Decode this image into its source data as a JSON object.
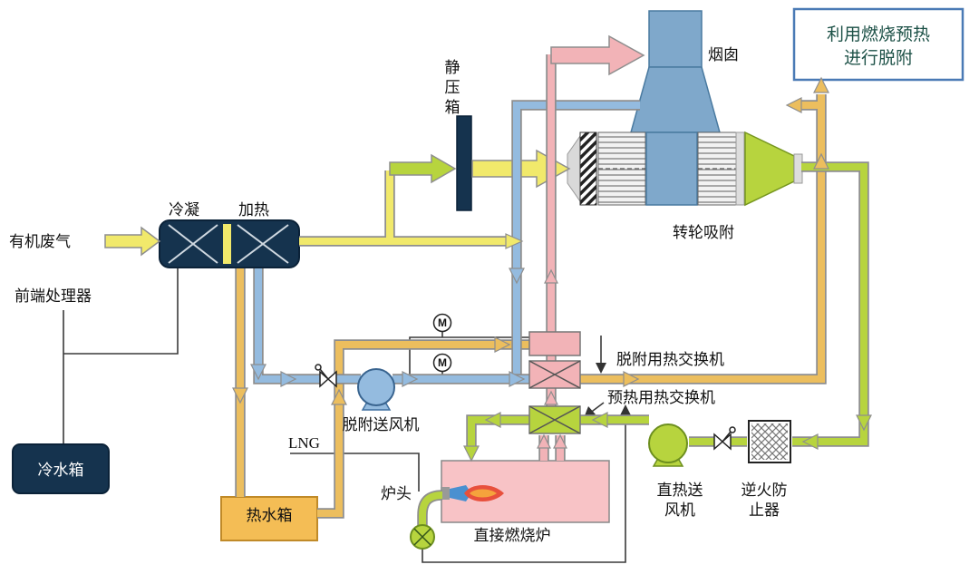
{
  "labels": {
    "waste_gas": "有机废气",
    "front_processor": "前端处理器",
    "condense": "冷凝",
    "heat": "加热",
    "static_box_chars": [
      "静",
      "压",
      "箱"
    ],
    "chimney": "烟囱",
    "callout_line1": "利用燃烧预热",
    "callout_line2": "进行脱附",
    "rotor": "转轮吸附",
    "desorb_hx": "脱附用热交换机",
    "preheat_hx": "预热用热交换机",
    "desorb_fan": "脱附送风机",
    "cold_tank": "冷水箱",
    "hot_tank": "热水箱",
    "lng": "LNG",
    "burner_head": "炉头",
    "furnace": "直接燃烧炉",
    "direct_fan_line1": "直热送",
    "direct_fan_line2": "风机",
    "flame_arrestor_line1": "逆火防",
    "flame_arrestor_line2": "止器",
    "motor_valve": "M"
  },
  "colors": {
    "yellow": "#f1e96b",
    "green": "#b7d43e",
    "pink": "#f2b3b7",
    "furnace_pink": "#f8c3c6",
    "blue": "#94bbdf",
    "orange": "#ecbe5e",
    "steel": "#7fa8cb",
    "navy": "#15334e",
    "tank_orange": "#f4bd55",
    "callout_border": "#4a7ab5",
    "flame_red": "#e8503c",
    "flame_yellow": "#f5a33c",
    "flame_blue": "#4a90d0"
  }
}
